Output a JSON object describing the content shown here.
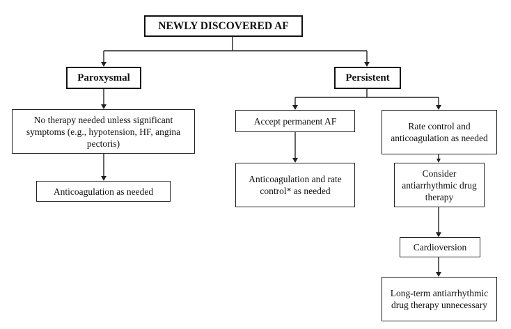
{
  "flowchart": {
    "root": "NEWLY DISCOVERED AF",
    "paroxysmal": {
      "label": "Paroxysmal",
      "no_therapy": "No therapy needed unless significant symptoms (e.g., hypotension, HF, angina pectoris)",
      "anticoag": "Anticoagulation as needed"
    },
    "persistent": {
      "label": "Persistent",
      "accept_permanent": "Accept permanent AF",
      "anticoag_rate": "Anticoagulation and rate control* as needed",
      "rate_control": "Rate control and anticoagulation as needed",
      "consider_aad": "Consider antiarrhythmic drug therapy",
      "cardioversion": "Cardioversion",
      "long_term": "Long-term antiarrhythmic drug therapy unnecessary"
    }
  }
}
